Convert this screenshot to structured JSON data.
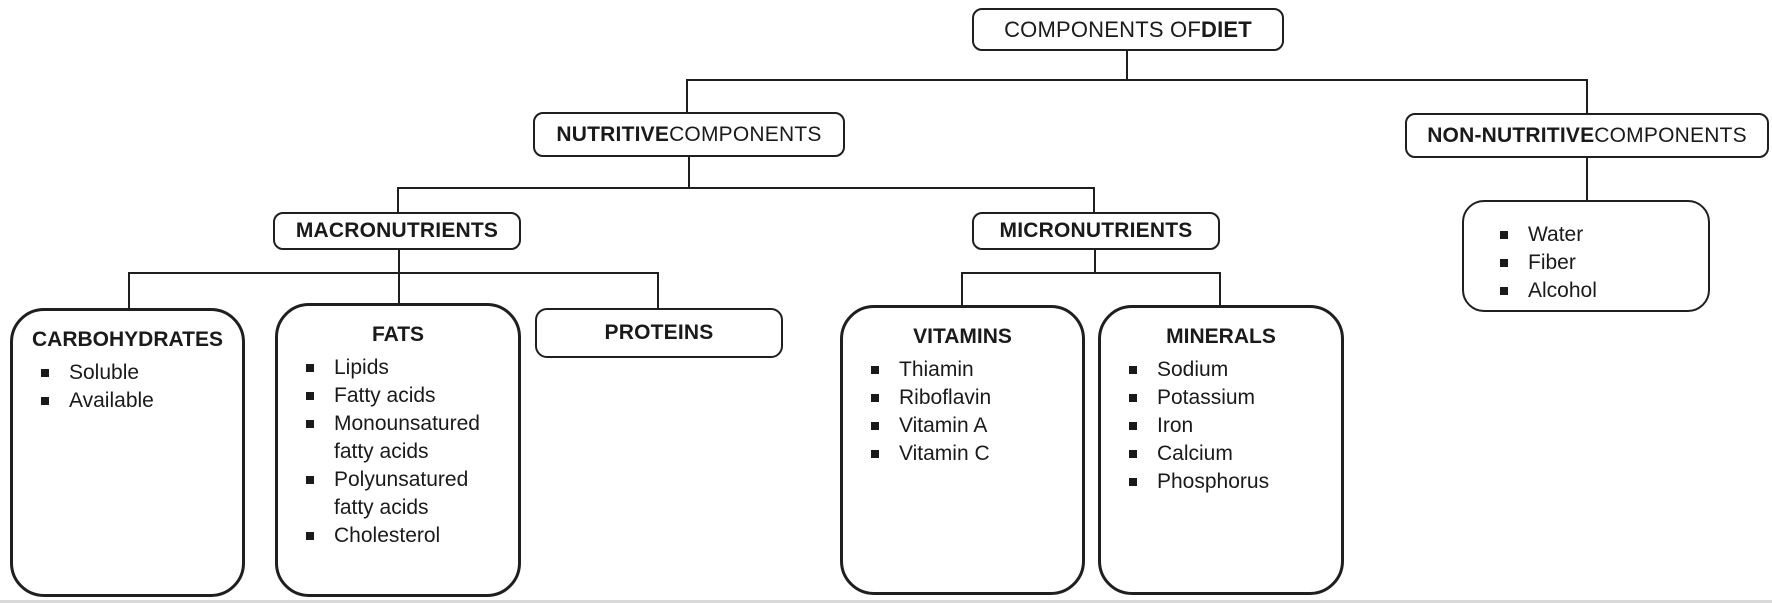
{
  "diagram": {
    "root": {
      "normal": "COMPONENTS OF ",
      "bold": "DIET"
    },
    "nutritive": {
      "bold": "NUTRITIVE",
      "normal": " COMPONENTS"
    },
    "non_nutritive": {
      "bold": "NON-NUTRITIVE",
      "normal": " COMPONENTS"
    },
    "macronutrients": {
      "label": "MACRONUTRIENTS"
    },
    "micronutrients": {
      "label": "MICRONUTRIENTS"
    },
    "carbohydrates": {
      "title": "CARBOHYDRATES",
      "items": [
        "Soluble",
        "Available"
      ]
    },
    "fats": {
      "title": "FATS",
      "items": [
        "Lipids",
        "Fatty acids",
        "Monounsatured fatty acids",
        "Polyunsatured fatty acids",
        "Cholesterol"
      ]
    },
    "proteins": {
      "title": "PROTEINS"
    },
    "vitamins": {
      "title": "VITAMINS",
      "items": [
        "Thiamin",
        "Riboflavin",
        "Vitamin A",
        "Vitamin C"
      ]
    },
    "minerals": {
      "title": "MINERALS",
      "items": [
        "Sodium",
        "Potassium",
        "Iron",
        "Calcium",
        "Phosphorus"
      ]
    },
    "non_nutritive_list": {
      "items": [
        "Water",
        "Fiber",
        "Alcohol"
      ]
    }
  },
  "colors": {
    "background": "#ffffff",
    "line": "#1f1f1f",
    "text": "#1a1a1a"
  }
}
